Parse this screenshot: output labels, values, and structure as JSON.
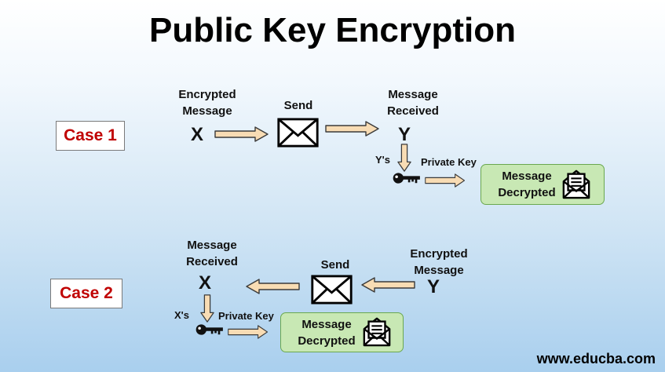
{
  "title": "Public Key Encryption",
  "case1": {
    "label": "Case 1",
    "encrypted_message": "Encrypted Message",
    "sender": "X",
    "send": "Send",
    "message_received": "Message Received",
    "receiver": "Y",
    "key_owner": "Y's",
    "private_key": "Private Key",
    "decrypted": "Message Decrypted"
  },
  "case2": {
    "label": "Case 2",
    "encrypted_message": "Encrypted Message",
    "sender": "Y",
    "send": "Send",
    "message_received": "Message Received",
    "receiver": "X",
    "key_owner": "X's",
    "private_key": "Private Key",
    "decrypted": "Message Decrypted"
  },
  "footer": "www.educba.com",
  "colors": {
    "case_label": "#c00000",
    "arrow_fill": "#f8dcb4",
    "decrypted_box": "#c8e8b4"
  },
  "icons": [
    "envelope-icon",
    "key-icon",
    "open-letter-icon",
    "right-arrow",
    "left-arrow",
    "down-arrow"
  ]
}
